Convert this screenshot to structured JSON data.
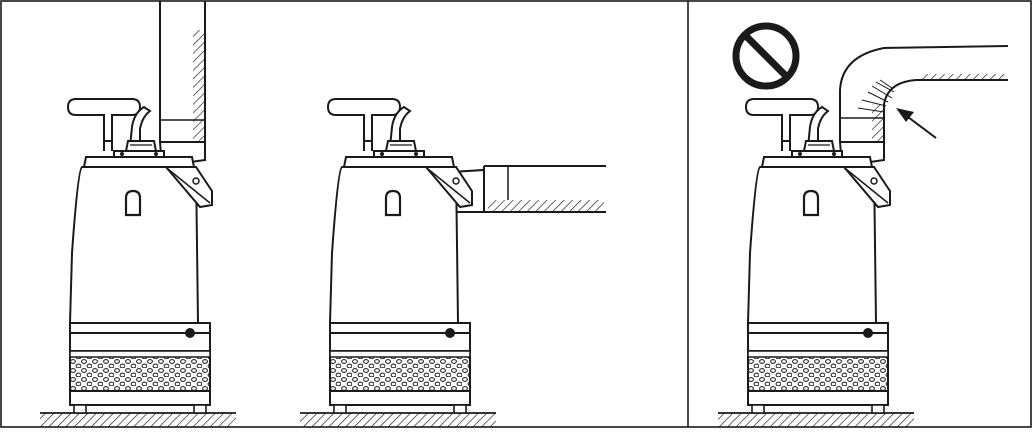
{
  "figure": {
    "panels": [
      {
        "id": "pump-vertical-hose",
        "prohibited": false
      },
      {
        "id": "pump-horizontal-hose",
        "prohibited": false
      },
      {
        "id": "pump-kinked-hose",
        "prohibited": true
      }
    ],
    "prohibition_symbol": "no-entry-circle-slash-icon",
    "colors": {
      "line": "#1a1a1a",
      "background": "#ffffff"
    }
  }
}
